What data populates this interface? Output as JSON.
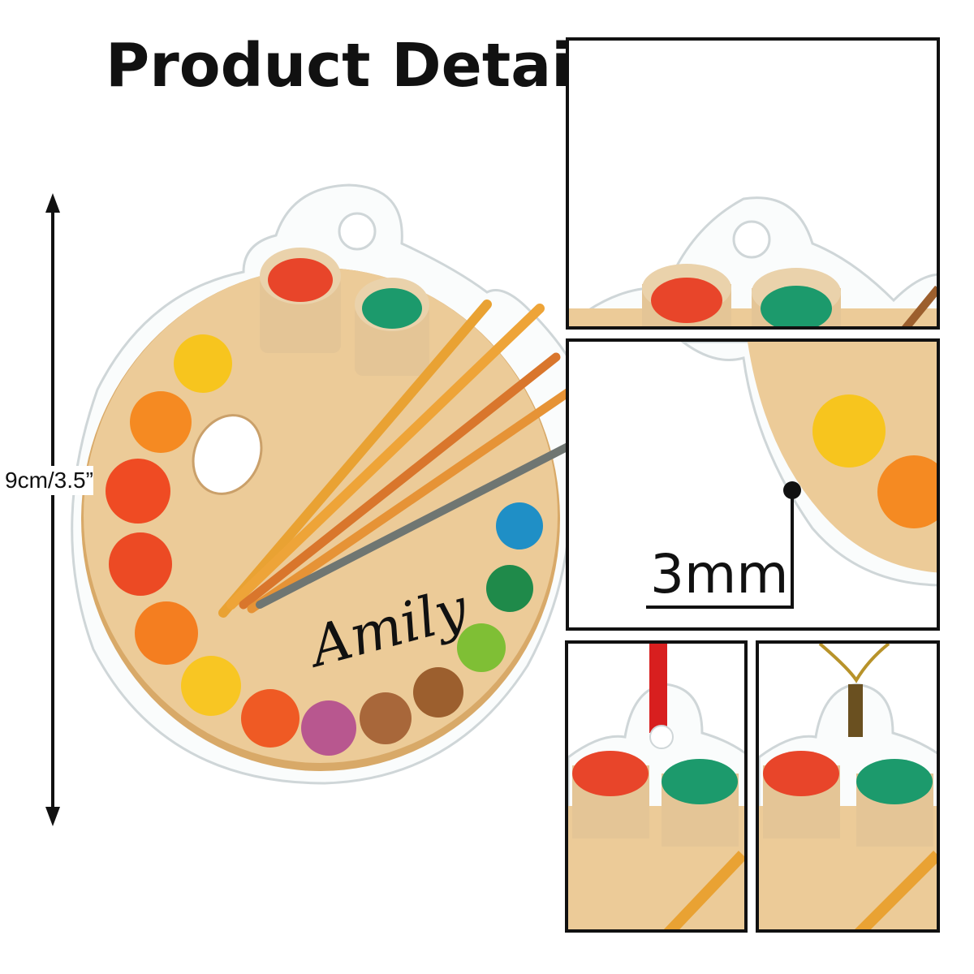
{
  "header": {
    "title": "Product Detail"
  },
  "dimension": {
    "size_label": "9cm/3.5”",
    "thickness_label": "3mm"
  },
  "product": {
    "name_text": "Amily",
    "wood_color": "#e9c48f",
    "paint_colors": [
      "#f7c51e",
      "#f58a22",
      "#ef4b23",
      "#ec4a24",
      "#f47e20",
      "#f8c623",
      "#ef5a24",
      "#b8578f",
      "#a8673a",
      "#9c5f2e",
      "#7fbf35",
      "#1f8a4a",
      "#1f8fc6"
    ],
    "cup_colors": [
      "#e8452a",
      "#1c9a6c"
    ],
    "hanger_colors": [
      "#d81f1f",
      "#b8932a"
    ]
  }
}
